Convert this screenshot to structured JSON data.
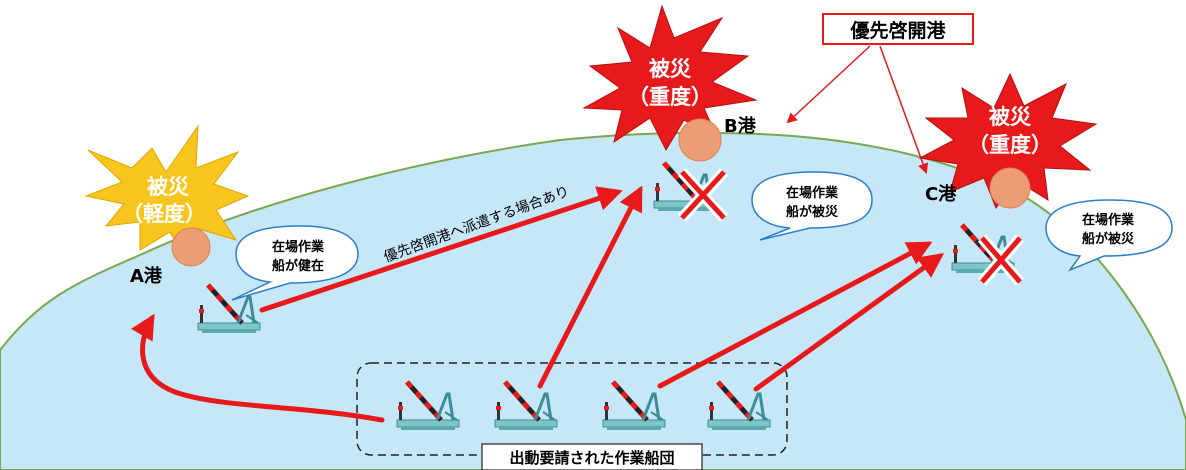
{
  "diagram": {
    "priority_label": "優先啓開港",
    "fleet_label": "出動要請された作業船団",
    "dispatch_note": "優先啓開港へ派遣する場合あり",
    "ports": [
      {
        "name": "A港",
        "damage_line1": "被災",
        "damage_line2": "（軽度）",
        "bubble_line1": "在場作業",
        "bubble_line2": "船が健在"
      },
      {
        "name": "B港",
        "damage_line1": "被災",
        "damage_line2": "（重度）",
        "bubble_line1": "在場作業",
        "bubble_line2": "船が被災"
      },
      {
        "name": "C港",
        "damage_line1": "被災",
        "damage_line2": "（重度）",
        "bubble_line1": "在場作業",
        "bubble_line2": "船が被災"
      }
    ],
    "colors": {
      "sea": "#c6e7f8",
      "coast": "#7aa84f",
      "arrow": "#e8191b",
      "burst_severe": "#e8191b",
      "burst_light": "#f7c51e",
      "port": "#ec9d74"
    }
  }
}
